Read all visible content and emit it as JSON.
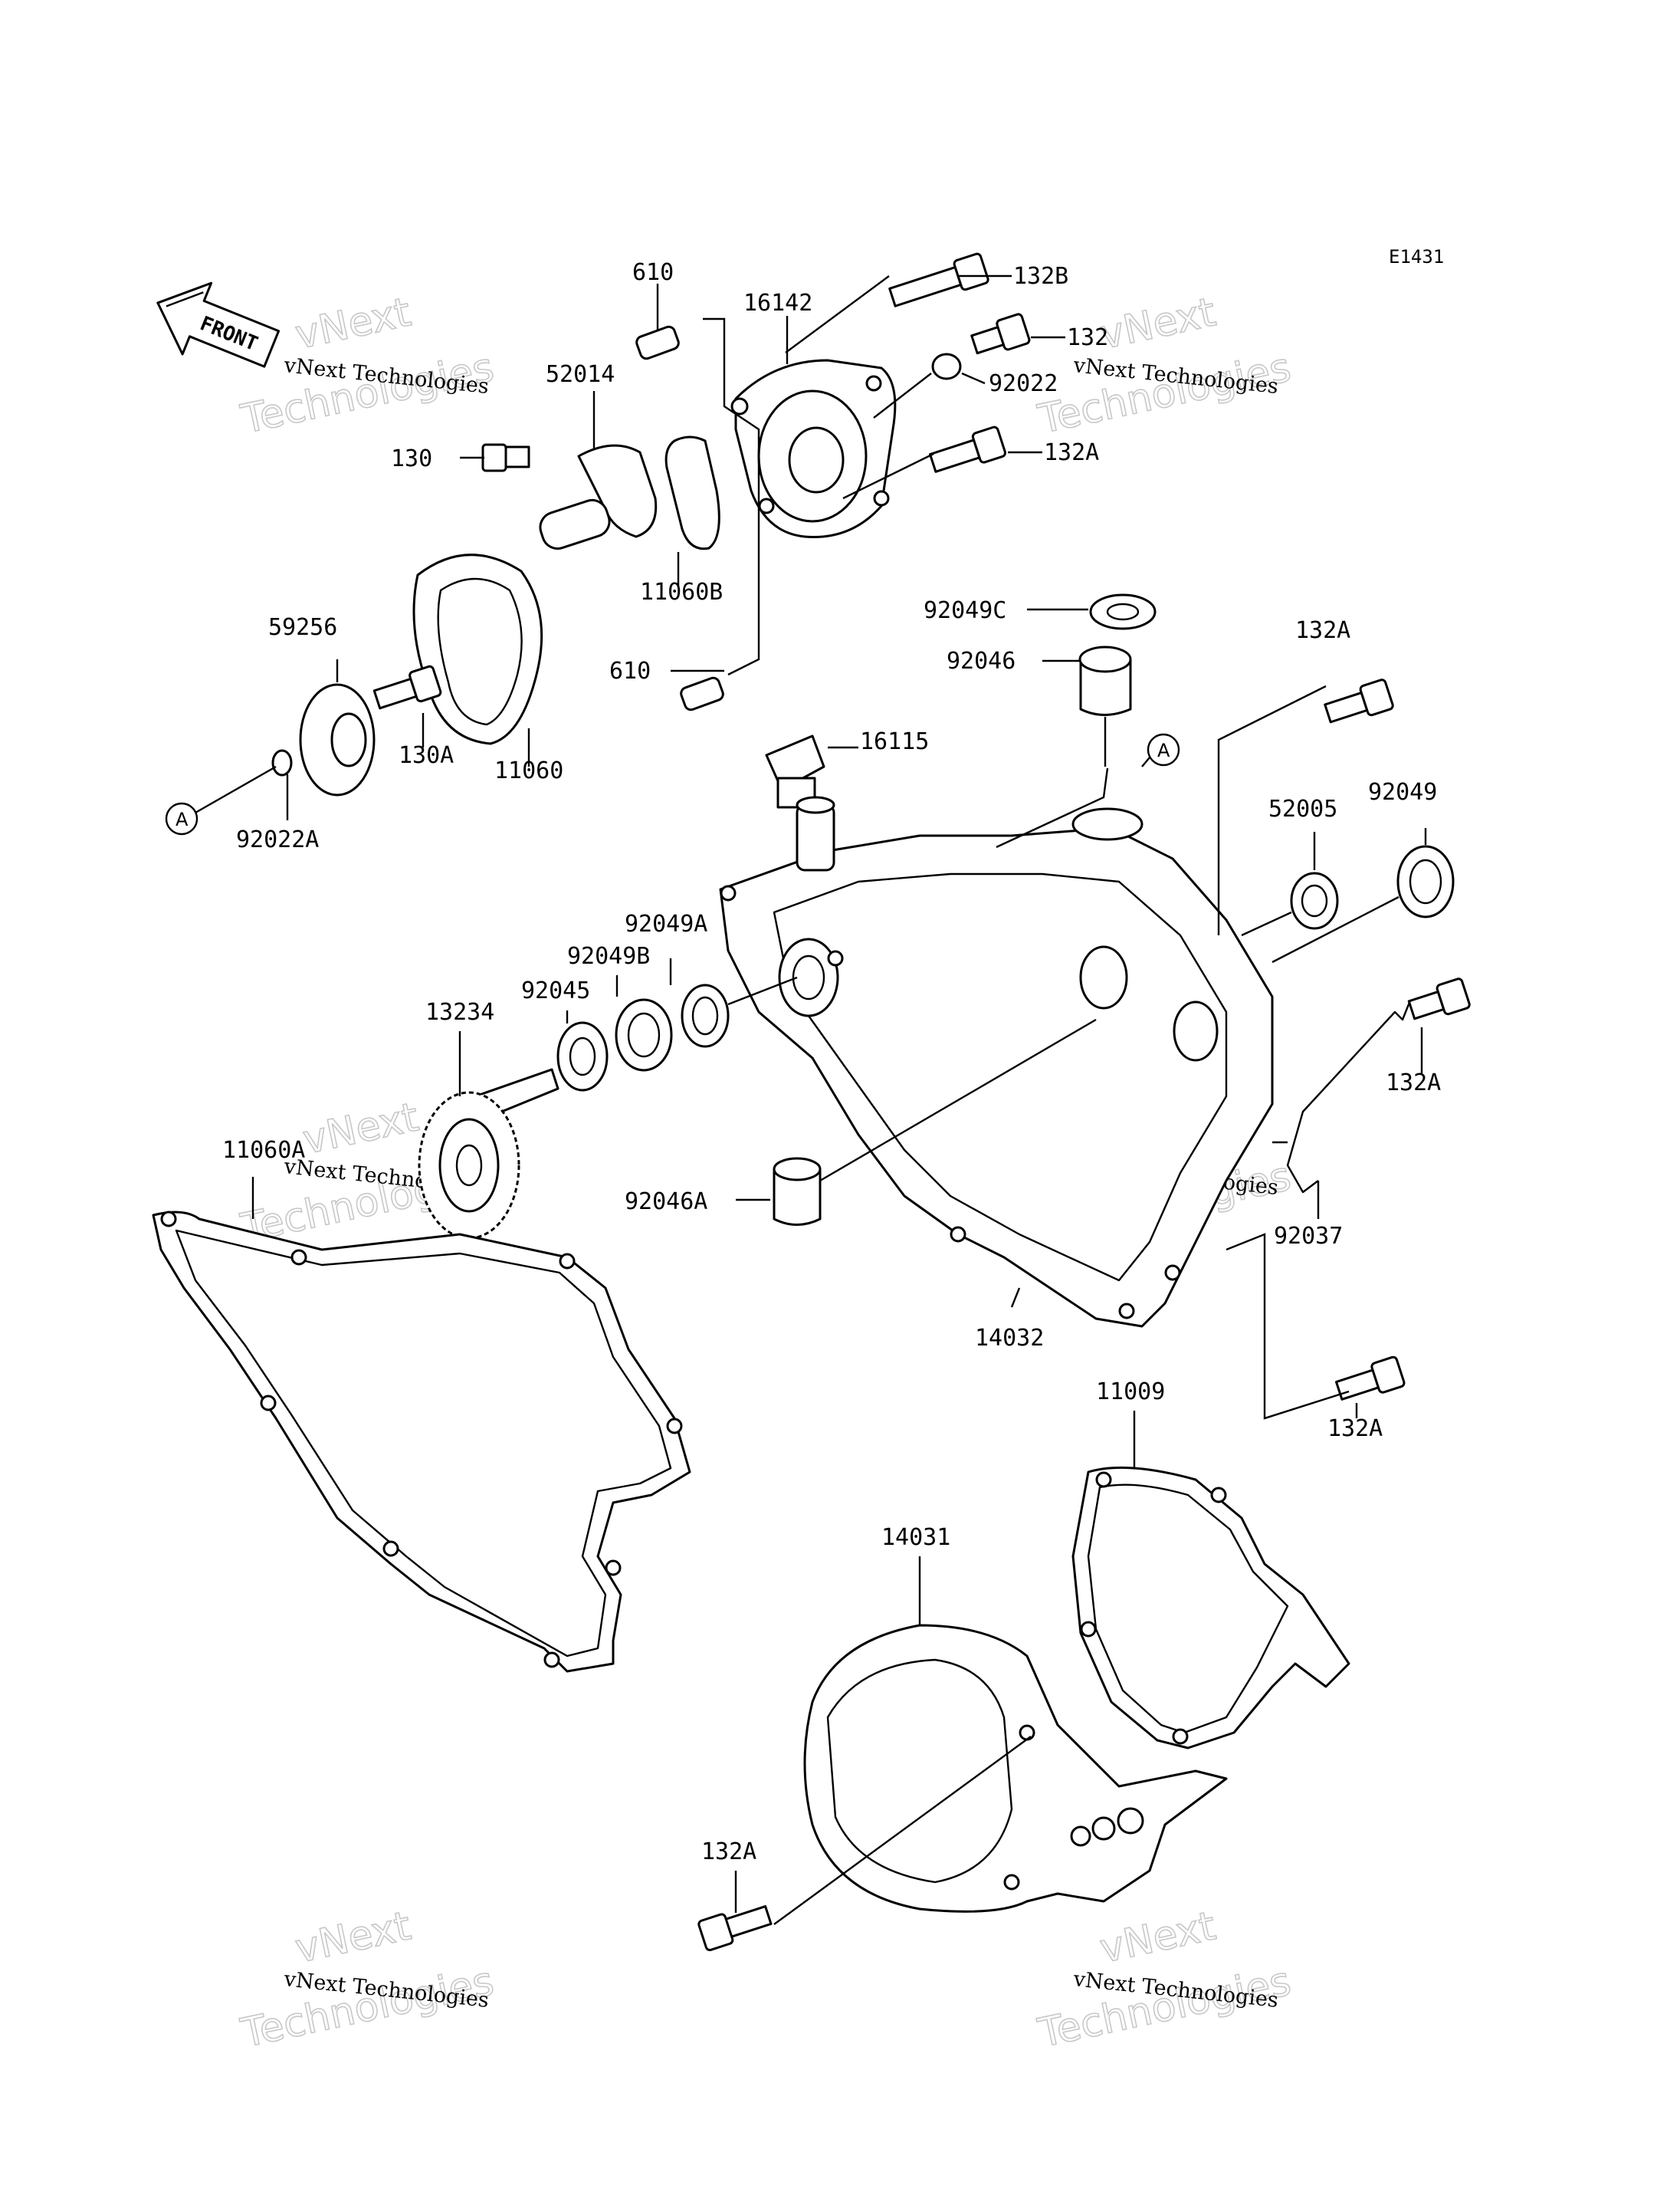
{
  "diagram_code": "E1431",
  "direction_arrow": "FRONT",
  "watermark": {
    "company": "vNext Technologies",
    "top_word": "vNext",
    "bottom_word": "Technologies"
  },
  "callout": "A",
  "parts": {
    "p610a": "610",
    "p132b": "132B",
    "p16142": "16142",
    "p132": "132",
    "p52014": "52014",
    "p92022": "92022",
    "p130": "130",
    "p132a_top": "132A",
    "p11060b": "11060B",
    "p92049c": "92049C",
    "p59256": "59256",
    "p92046": "92046",
    "p132a_right": "132A",
    "p610b": "610",
    "p16115": "16115",
    "p130a": "130A",
    "p11060": "11060",
    "p92022a": "92022A",
    "p52005": "52005",
    "p92049": "92049",
    "p92049a": "92049A",
    "p92049b": "92049B",
    "p92045": "92045",
    "p13234": "13234",
    "p132a_side": "132A",
    "p11060a": "11060A",
    "p92046a": "92046A",
    "p92037": "92037",
    "p14032": "14032",
    "p132a_lower": "132A",
    "p11009": "11009",
    "p14031": "14031",
    "p132a_bottom": "132A"
  }
}
